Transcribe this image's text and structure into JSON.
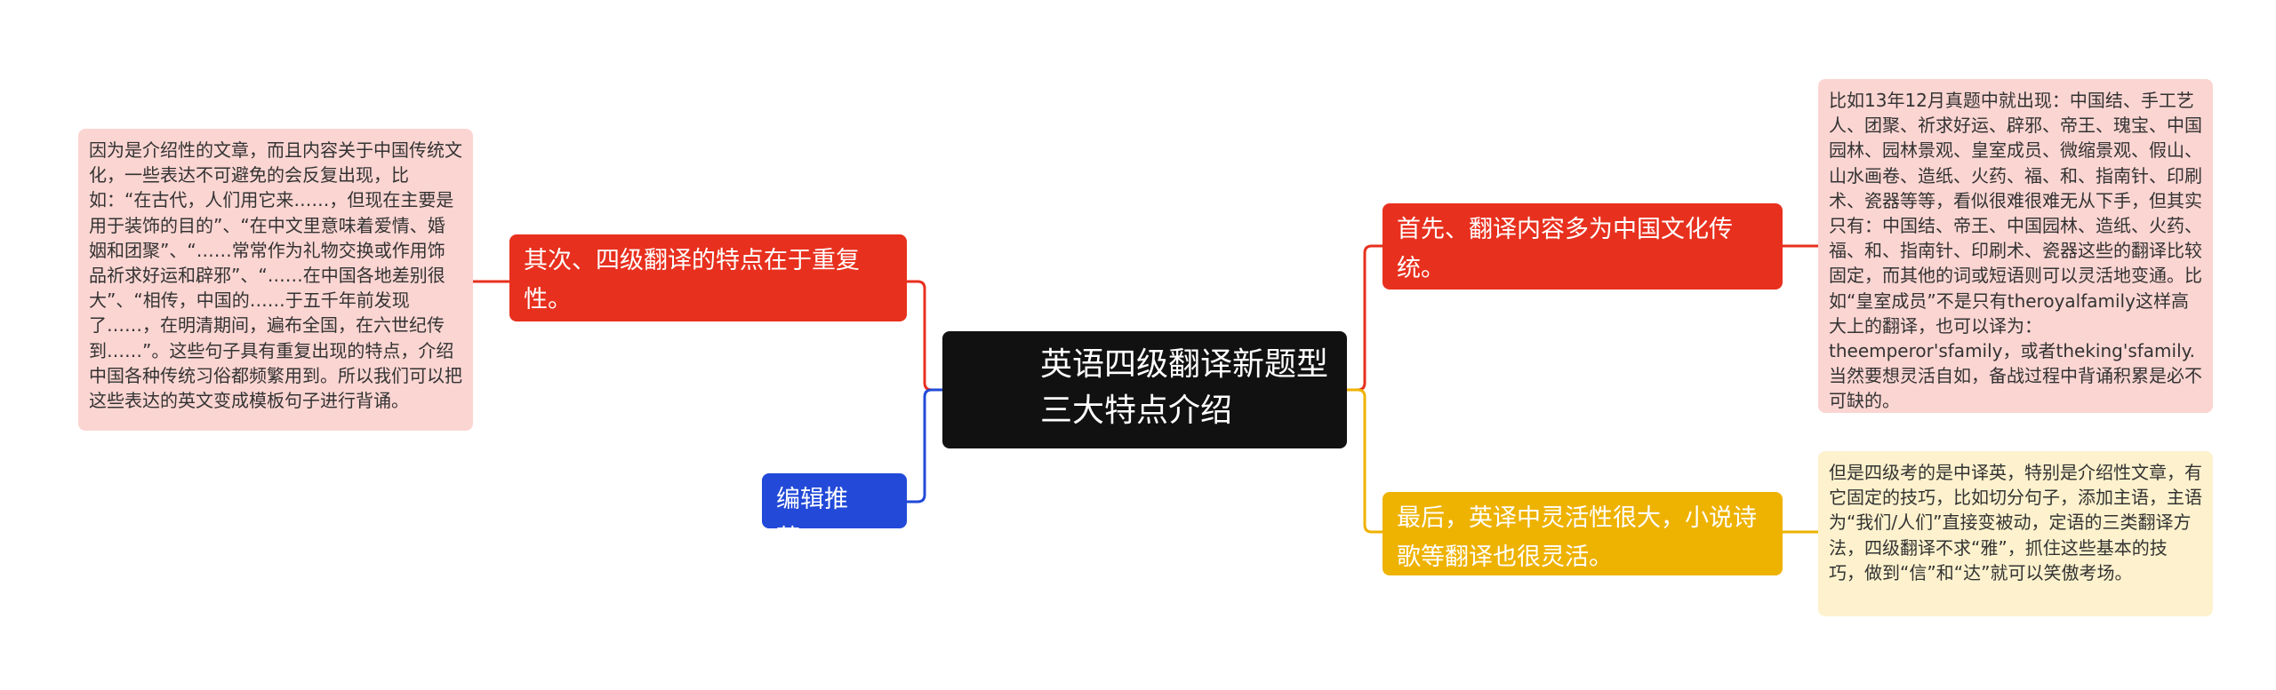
{
  "root": {
    "title_line1": "英语四级翻译新题型",
    "title_line2": "三大特点介绍"
  },
  "branches": {
    "repetition": {
      "label": "其次、四级翻译的特点在于重复性。",
      "detail": "因为是介绍性的文章，而且内容关于中国传统文化，一些表达不可避免的会反复出现，比如：“在古代，人们用它来……，但现在主要是用于装饰的目的”、“在中文里意味着爱情、婚姻和团聚”、“……常常作为礼物交换或作用饰品祈求好运和辟邪”、“……在中国各地差别很大”、“相传，中国的……于五千年前发现了……，在明清期间，遍布全国，在六世纪传到……”。这些句子具有重复出现的特点，介绍中国各种传统习俗都频繁用到。所以我们可以把这些表达的英文变成模板句子进行背诵。"
    },
    "recommend": {
      "label": "编辑推荐："
    },
    "culture": {
      "label": "首先、翻译内容多为中国文化传统。",
      "detail": "比如13年12月真题中就出现：中国结、手工艺人、团聚、祈求好运、辟邪、帝王、瑰宝、中国园林、园林景观、皇室成员、微缩景观、假山、山水画卷、造纸、火药、福、和、指南针、印刷术、瓷器等等，看似很难很难无从下手，但其实只有：中国结、帝王、中国园林、造纸、火药、福、和、指南针、印刷术、瓷器这些的翻译比较固定，而其他的词或短语则可以灵活地变通。比如“皇室成员”不是只有theroyalfamily这样高大上的翻译，也可以译为：theemperor'sfamily，或者theking'sfamily.当然要想灵活自如，备战过程中背诵积累是必不可缺的。"
    },
    "flexibility": {
      "label": "最后，英译中灵活性很大，小说诗歌等翻译也很灵活。",
      "detail": "但是四级考的是中译英，特别是介绍性文章，有它固定的技巧，比如切分句子，添加主语，主语为“我们/人们”直接变被动，定语的三类翻译方法，四级翻译不求“雅”，抓住这些基本的技巧，做到“信”和“达”就可以笑傲考场。"
    }
  },
  "colors": {
    "central": "#111111",
    "red": "#e8301e",
    "blue": "#2249d8",
    "yellow": "#eeb200",
    "pink_leaf": "#fbd5d2",
    "cream_leaf": "#fdf2cd"
  }
}
